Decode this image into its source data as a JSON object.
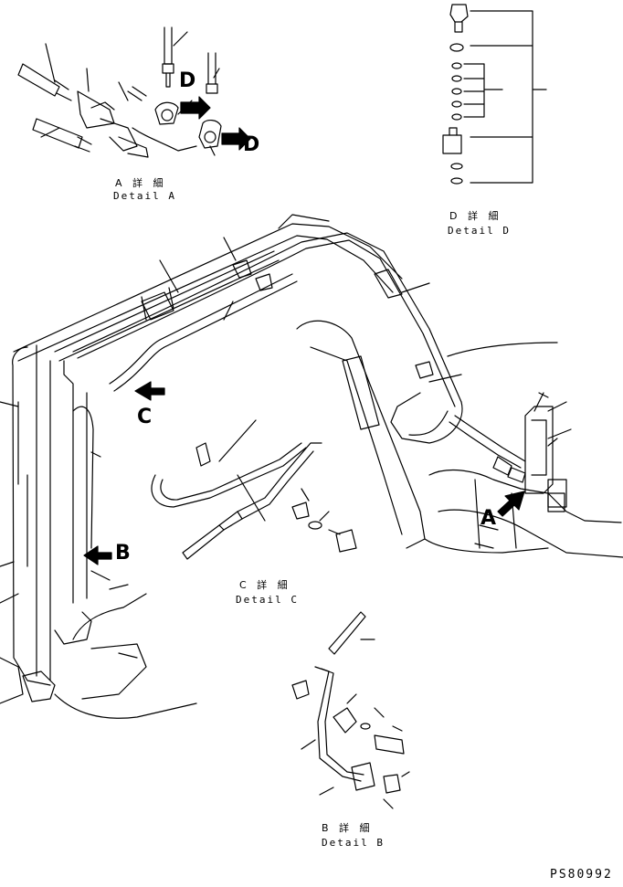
{
  "callouts": {
    "detail_a": {
      "jp": "A 詳 細",
      "en": "Detail A"
    },
    "detail_b": {
      "jp": "B 詳 細",
      "en": "Detail B"
    },
    "detail_c": {
      "jp": "C 詳 細",
      "en": "Detail C"
    },
    "detail_d": {
      "jp": "D 詳 細",
      "en": "Detail D"
    }
  },
  "markers": {
    "a": "A",
    "b": "B",
    "c": "C",
    "d1": "D",
    "d2": "D"
  },
  "drawing_code": "PS80992",
  "colors": {
    "ink": "#000000",
    "paper": "#ffffff"
  }
}
